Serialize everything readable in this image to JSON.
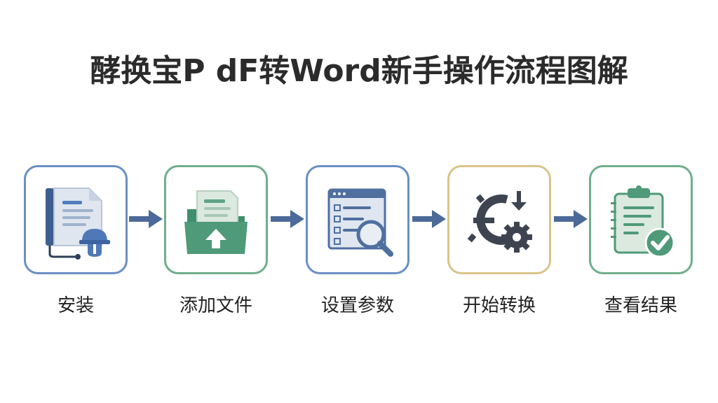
{
  "title": "酵换宝P dF转Word新手操作流程图解",
  "steps": [
    {
      "label": "安装",
      "icon": "installer-document-icon",
      "border_color": "#6a8fc2"
    },
    {
      "label": "添加文件",
      "icon": "folder-upload-icon",
      "border_color": "#6fae8b"
    },
    {
      "label": "设置参数",
      "icon": "settings-search-icon",
      "border_color": "#6a8fc2"
    },
    {
      "label": "开始转换",
      "icon": "gear-convert-icon",
      "border_color": "#d9c48a"
    },
    {
      "label": "查看结果",
      "icon": "clipboard-check-icon",
      "border_color": "#6fae8b"
    }
  ],
  "colors": {
    "blue": "#4f6f9f",
    "green": "#4f9a78",
    "dark": "#3d4450",
    "arrow": "#4c6a99"
  }
}
